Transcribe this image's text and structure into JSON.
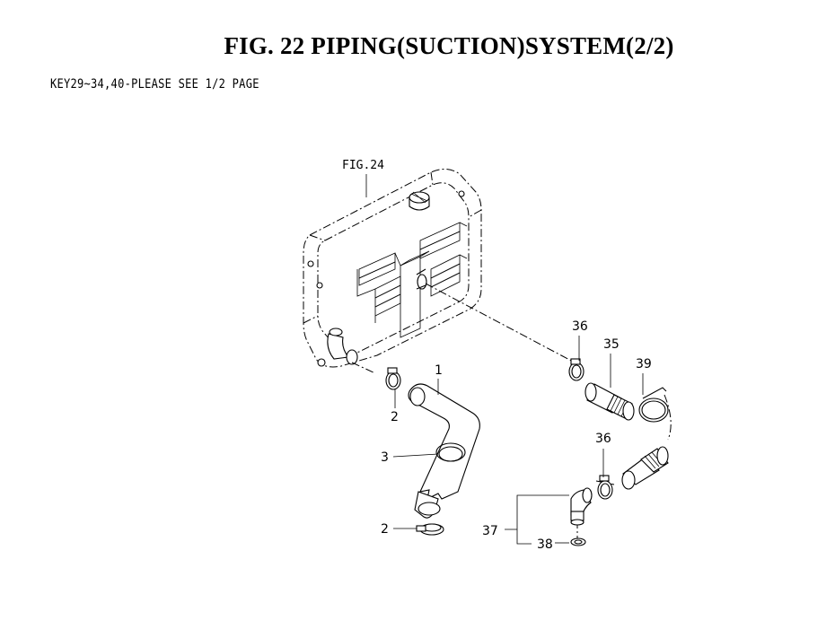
{
  "header": {
    "title": "FIG. 22  PIPING(SUCTION)SYSTEM(2/2)",
    "note": "KEY29~34,40-PLEASE SEE 1/2 PAGE"
  },
  "diagram": {
    "ref_label": "FIG.24",
    "callouts": {
      "c1": "1",
      "c2a": "2",
      "c2b": "2",
      "c3": "3",
      "c35": "35",
      "c36a": "36",
      "c36b": "36",
      "c37": "37",
      "c38": "38",
      "c39": "39"
    }
  }
}
